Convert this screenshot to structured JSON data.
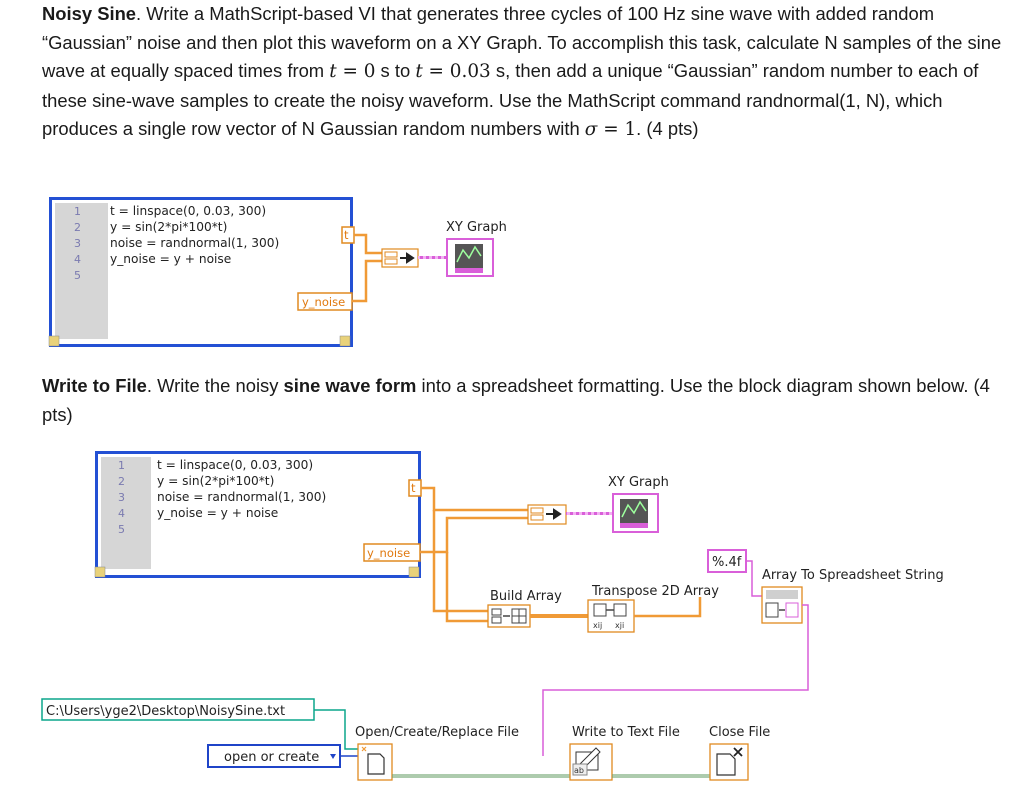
{
  "section1": {
    "title": "Noisy Sine",
    "text_a": ". Write a MathScript-based VI that generates three cycles of 100 Hz sine wave with added random “Gaussian” noise and then plot this waveform on a XY Graph. To accomplish this task, calculate N samples of the sine wave at equally spaced times from ",
    "t_var": "t",
    "eq_start": " = 0",
    "unit_s1": " s to ",
    "t_var2": "t",
    "eq_end": " = 0.03",
    "text_b": " s, then add a unique “Gaussian” random number to each of these sine-wave samples to create the noisy waveform. Use the MathScript command randnormal(1, N), which produces a single row vector of N Gaussian random numbers with ",
    "sigma": "σ",
    "sigma_eq": " = 1",
    "points": ". (4 pts)"
  },
  "section2": {
    "title": "Write to File",
    "text_a": ". Write the noisy ",
    "bold_phrase": "sine wave form",
    "text_b": " into a spreadsheet formatting. Use the block diagram shown below. (4 pts)"
  },
  "diagram1": {
    "code_lines": [
      "t = linspace(0, 0.03, 300)",
      "y = sin(2*pi*100*t)",
      "noise = randnormal(1, 300)",
      "y_noise = y + noise"
    ],
    "line_numbers": [
      "1",
      "2",
      "3",
      "4",
      "5"
    ],
    "output_terminal": "y_noise",
    "input_terminal": "t",
    "graph_label": "XY Graph"
  },
  "diagram2": {
    "code_lines": [
      "t = linspace(0, 0.03, 300)",
      "y = sin(2*pi*100*t)",
      "noise = randnormal(1, 300)",
      "y_noise = y + noise"
    ],
    "line_numbers": [
      "1",
      "2",
      "3",
      "4",
      "5"
    ],
    "output_terminal": "y_noise",
    "input_terminal": "t",
    "graph_label": "XY Graph",
    "format_constant": "%.4f",
    "build_array_label": "Build Array",
    "transpose_label": "Transpose 2D Array",
    "array_to_string_label": "Array To Spreadsheet String",
    "file_path": "C:\\Users\\yge2\\Desktop\\NoisySine.txt",
    "open_mode": "open or create",
    "open_file_label": "Open/Create/Replace File",
    "write_file_label": "Write to Text File",
    "close_file_label": "Close File"
  },
  "colors": {
    "orange_wire": "#f09a36",
    "pink_wire": "#d95fd9",
    "blue_frame": "#1f44c8",
    "node_border": "#e08a20"
  }
}
